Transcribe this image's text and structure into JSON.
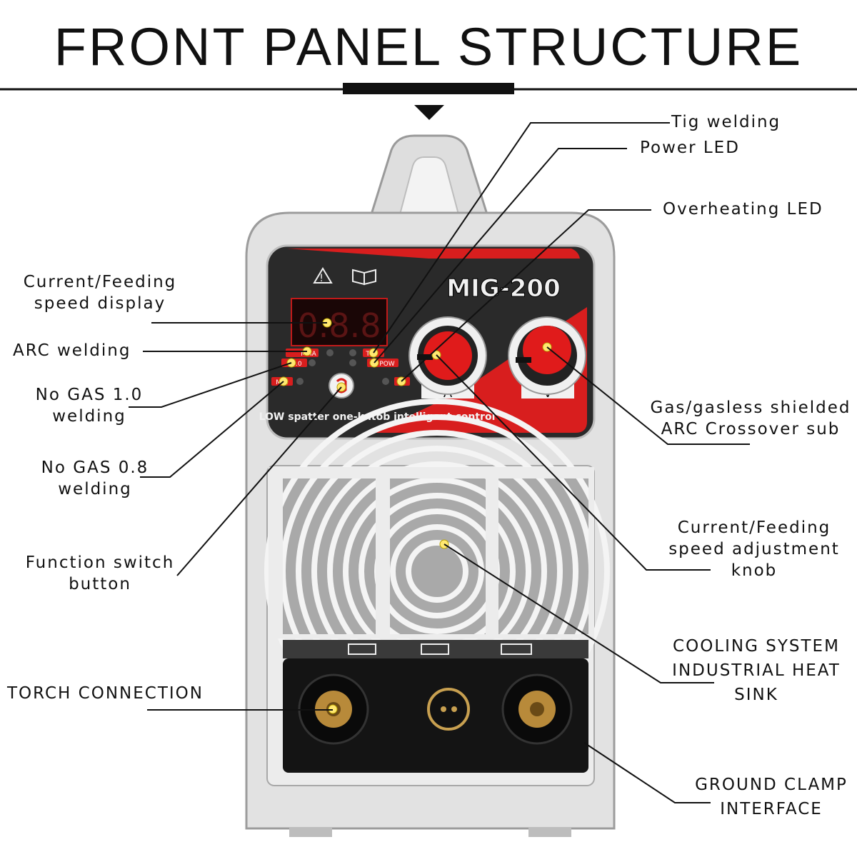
{
  "title": "FRONT PANEL STRUCTURE",
  "machine": {
    "model": "MIG-200",
    "panel_slogan": "LOW spatter one-kntob intelligent control",
    "display_digits": "0.8.8",
    "knob_current_letter": "A",
    "knob_voltage_letter": "V",
    "led_labels": {
      "mma": "MMA",
      "tig": "TIG",
      "gas10": "G1.0",
      "pow": "POW",
      "mig": "MIG",
      "ovh": "O"
    },
    "accent_color": "#d81e1e",
    "panel_color": "#2a2a2a",
    "housing_color": "#dcdcdc"
  },
  "labels": {
    "tig_welding": [
      "Tig welding"
    ],
    "power_led": [
      "Power LED"
    ],
    "overheating_led": [
      "Overheating LED"
    ],
    "current_display": [
      "Current/Feeding",
      "speed display"
    ],
    "arc_welding": [
      "ARC welding"
    ],
    "no_gas_10": [
      "No GAS 1.0",
      "welding"
    ],
    "no_gas_08": [
      "No GAS 0.8",
      "welding"
    ],
    "function_switch": [
      "Function switch",
      "button"
    ],
    "torch_connection": [
      "TORCH CONNECTION"
    ],
    "gas_gasless": [
      "Gas/gasless shielded",
      "ARC Crossover sub"
    ],
    "current_knob": [
      "Current/Feeding",
      "speed adjustment",
      "knob"
    ],
    "cooling": [
      "COOLING SYSTEM",
      "INDUSTRIAL HEAT",
      "SINK"
    ],
    "ground_clamp": [
      "GROUND CLAMP",
      "INTERFACE"
    ]
  }
}
